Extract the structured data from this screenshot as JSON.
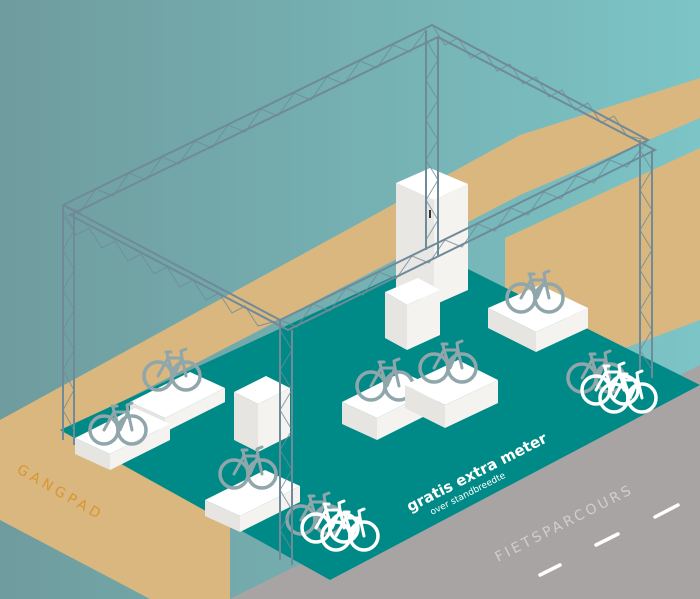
{
  "labels": {
    "aisle": "GANGPAD",
    "course": "FIETSPARCOURS",
    "bonus_title": "gratis extra meter",
    "bonus_sub": "over standbreedte"
  },
  "colors": {
    "background": "#7ab8bb",
    "aisle": "#d9b77f",
    "road": "#a8a4a4",
    "booth_floor": "#008a87",
    "truss": "#6f8a98",
    "furniture": "#f2f1ee",
    "bike": "#8fa6ab",
    "bike_white": "#ffffff"
  }
}
